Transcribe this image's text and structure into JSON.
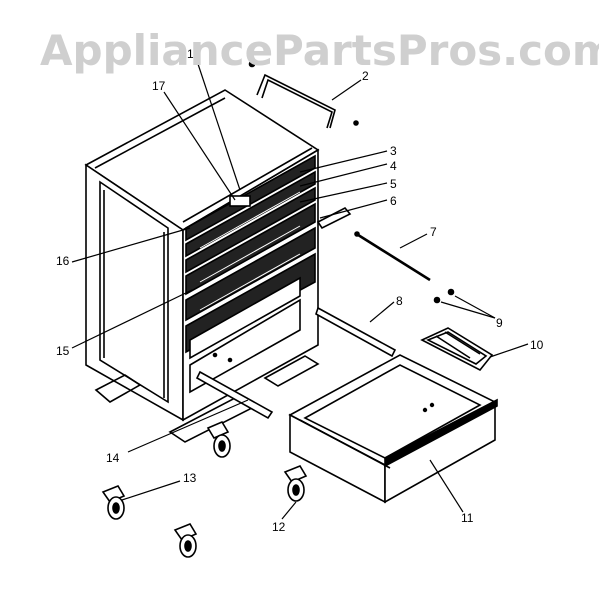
{
  "watermark": "AppliancePartsPros.com",
  "callouts": [
    "1",
    "2",
    "3",
    "4",
    "5",
    "6",
    "7",
    "8",
    "9",
    "10",
    "11",
    "12",
    "13",
    "14",
    "15",
    "16",
    "17"
  ],
  "colors": {
    "line": "#000000",
    "watermark": "#cfcfcf",
    "background": "#ffffff"
  }
}
